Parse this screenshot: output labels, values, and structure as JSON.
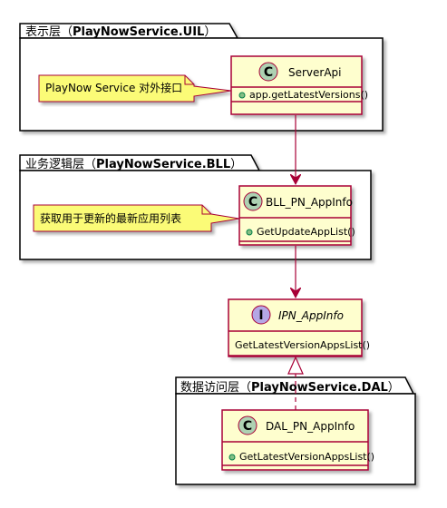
{
  "packages": {
    "uil": {
      "title_prefix": "表示层（",
      "title_bold": "PlayNowService.UIL",
      "title_suffix": "）"
    },
    "bll": {
      "title_prefix": "业务逻辑层（",
      "title_bold": "PlayNowService.BLL",
      "title_suffix": "）"
    },
    "dal": {
      "title_prefix": "数据访问层（",
      "title_bold": "PlayNowService.DAL",
      "title_suffix": "）"
    }
  },
  "classes": {
    "server_api": {
      "stereotype": "C",
      "name": "ServerApi",
      "member": "app.getLatestVersions()",
      "visibility": "+"
    },
    "bll_pn_appinfo": {
      "stereotype": "C",
      "name": "BLL_PN_AppInfo",
      "member": "GetUpdateAppList()",
      "visibility": "+"
    },
    "ipn_appinfo": {
      "stereotype": "I",
      "name": "IPN_AppInfo",
      "member": "GetLatestVersionAppsList()"
    },
    "dal_pn_appinfo": {
      "stereotype": "C",
      "name": "DAL_PN_AppInfo",
      "member": "GetLatestVersionAppsList()",
      "visibility": "+"
    }
  },
  "notes": {
    "uil_note": "PlayNow Service 对外接口",
    "bll_note": "获取用于更新的最新应用列表"
  },
  "colors": {
    "class_fill": "#FEFECE",
    "class_border": "#A80036",
    "note_fill": "#FBFB77",
    "class_spot": "#ADD1B2",
    "interface_spot": "#B4A7E5"
  }
}
